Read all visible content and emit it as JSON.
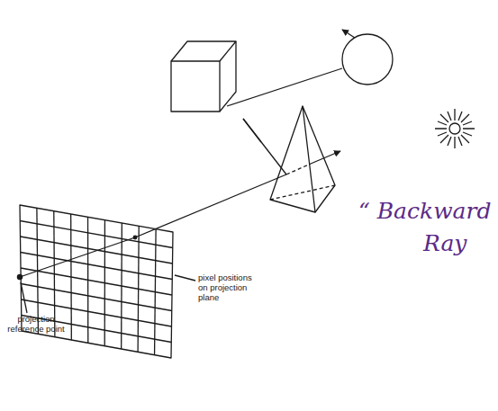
{
  "diagram": {
    "labels": [
      "projection reference point",
      "pixel positions on projection plane",
      "“ Backward",
      "Ray"
    ]
  }
}
